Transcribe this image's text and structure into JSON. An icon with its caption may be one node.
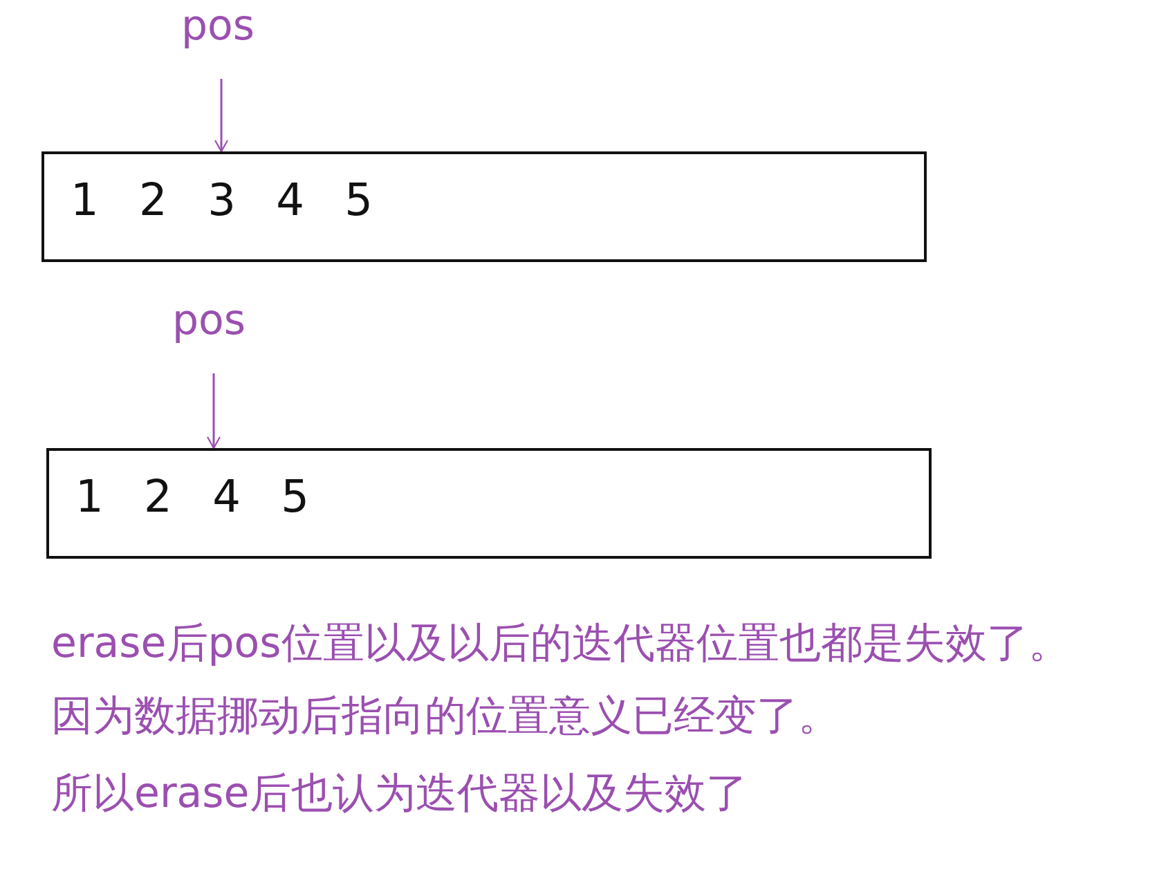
{
  "diagram": {
    "nodes": [
      {
        "text": [
          "pos"
        ]
      },
      {
        "text": [
          "1 2 3 4 5"
        ]
      },
      {
        "text": [
          "pos"
        ]
      },
      {
        "text": [
          "1 2 4 5"
        ]
      }
    ],
    "edges": [
      {
        "from": 0,
        "to": 1,
        "arrow": "to"
      },
      {
        "from": 2,
        "to": 3,
        "arrow": "to"
      }
    ],
    "labels": [
      "erase后pos位置以及以后的迭代器位置也都是失效了。",
      "因为数据挪动后指向的位置意义已经变了。",
      "所以erase后也认为迭代器以及失效了"
    ]
  }
}
